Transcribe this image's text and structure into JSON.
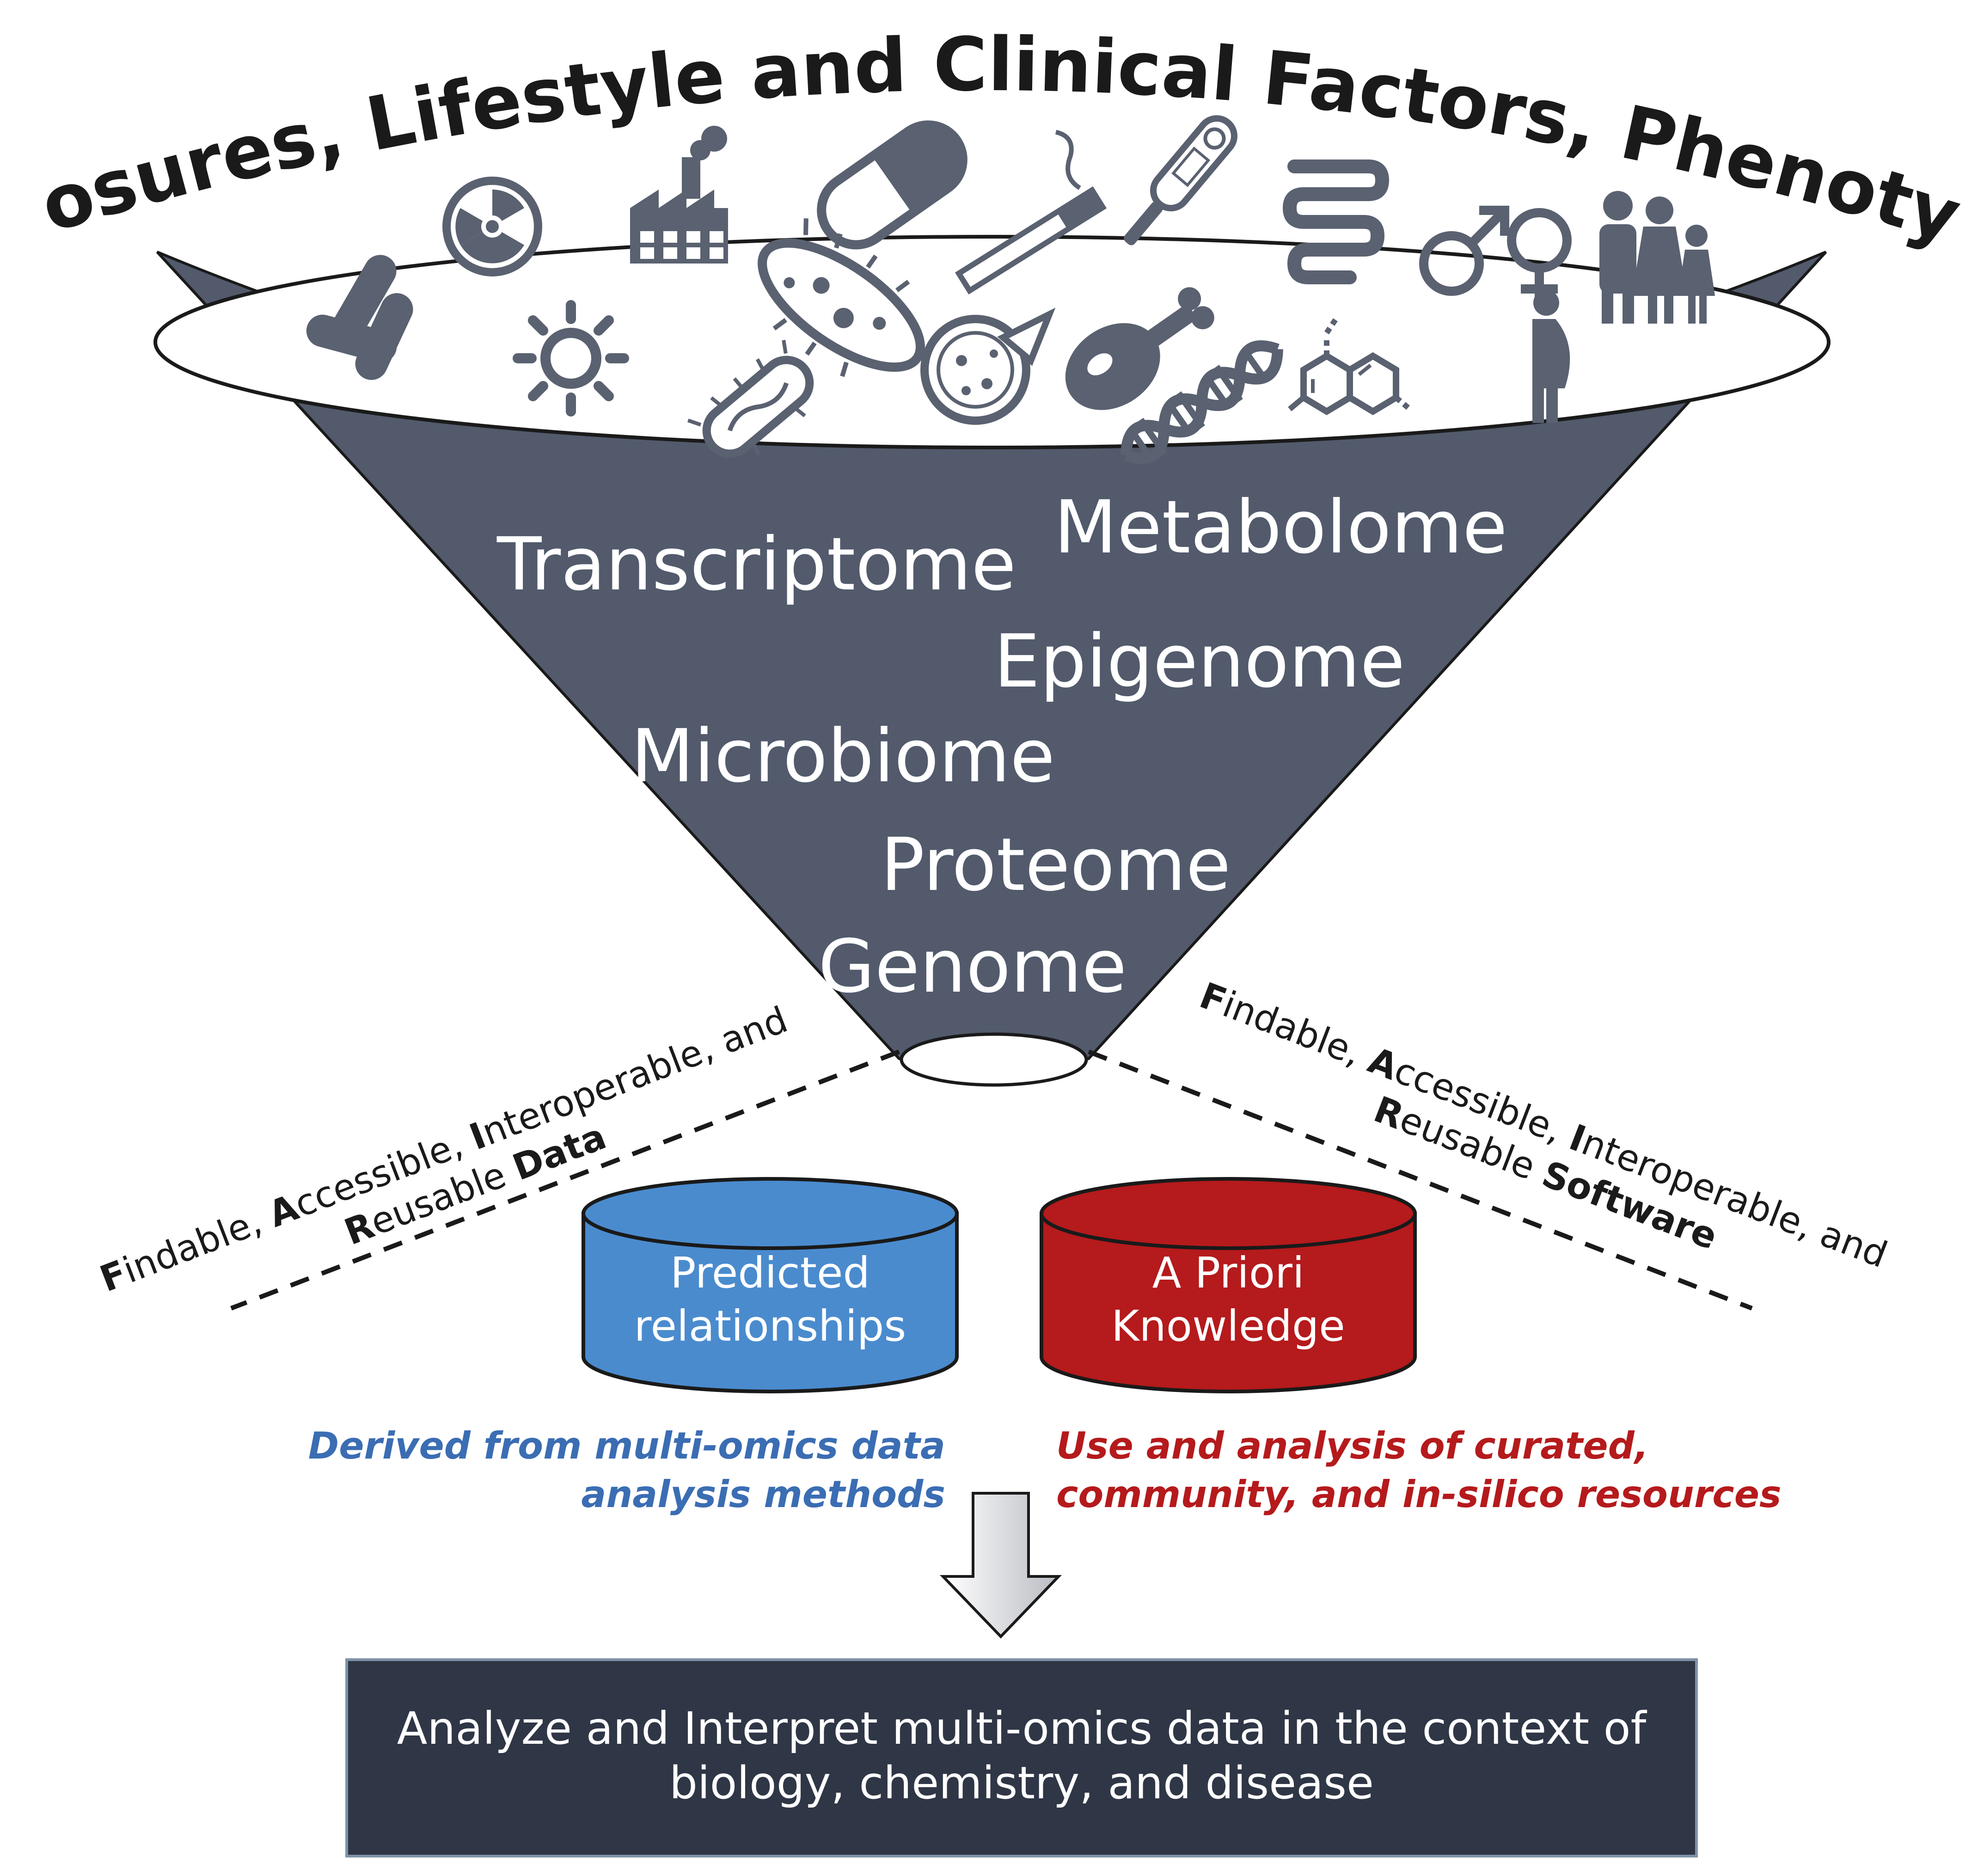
{
  "title": "Exposures, Lifestyle and Clinical Factors, Phenotypes",
  "icons": [
    "bacteria-icon",
    "radiation-icon",
    "factory-icon",
    "pill-icon",
    "cigarette-icon",
    "thermometer-icon",
    "intestine-icon",
    "gender-icon",
    "family-icon",
    "sun-icon",
    "microbe-icon",
    "pizza-icon",
    "chicken-leg-icon",
    "dna-icon",
    "chemical-structure-icon",
    "bacillus-icon",
    "obesity-icon"
  ],
  "omics": {
    "metabolome": "Metabolome",
    "transcriptome": "Transcriptome",
    "epigenome": "Epigenome",
    "microbiome": "Microbiome",
    "proteome": "Proteome",
    "genome": "Genome"
  },
  "fair_data": {
    "line1": {
      "f": "F",
      "f_rest": "indable, ",
      "a": "A",
      "a_rest": "ccessible, ",
      "i": "I",
      "i_rest": "nteroperable, and"
    },
    "line2": {
      "r": "R",
      "r_rest": "eusable ",
      "bold": "Data"
    }
  },
  "fair_software": {
    "line1": {
      "f": "F",
      "f_rest": "indable, ",
      "a": "A",
      "a_rest": "ccessible, ",
      "i": "I",
      "i_rest": "nteroperable, and"
    },
    "line2": {
      "r": "R",
      "r_rest": "eusable ",
      "bold": "Software"
    }
  },
  "databases": {
    "predicted": {
      "line1": "Predicted",
      "line2": "relationships",
      "color": "#4a8bce"
    },
    "apriori": {
      "line1": "A Priori",
      "line2": "Knowledge",
      "color": "#b51a1c"
    }
  },
  "captions": {
    "left": {
      "line1": "Derived from multi-omics data",
      "line2": "analysis methods",
      "color": "#3b6db3"
    },
    "right": {
      "line1": "Use and analysis of curated,",
      "line2": "community, and in-silico resources",
      "color": "#b51a1c"
    }
  },
  "bottom_box": {
    "line1": "Analyze and Interpret multi-omics data in the context of",
    "line2": "biology, chemistry, and disease",
    "color": "#2f3646"
  },
  "colors": {
    "funnel": "#525a6c",
    "icon": "#5a6170"
  }
}
